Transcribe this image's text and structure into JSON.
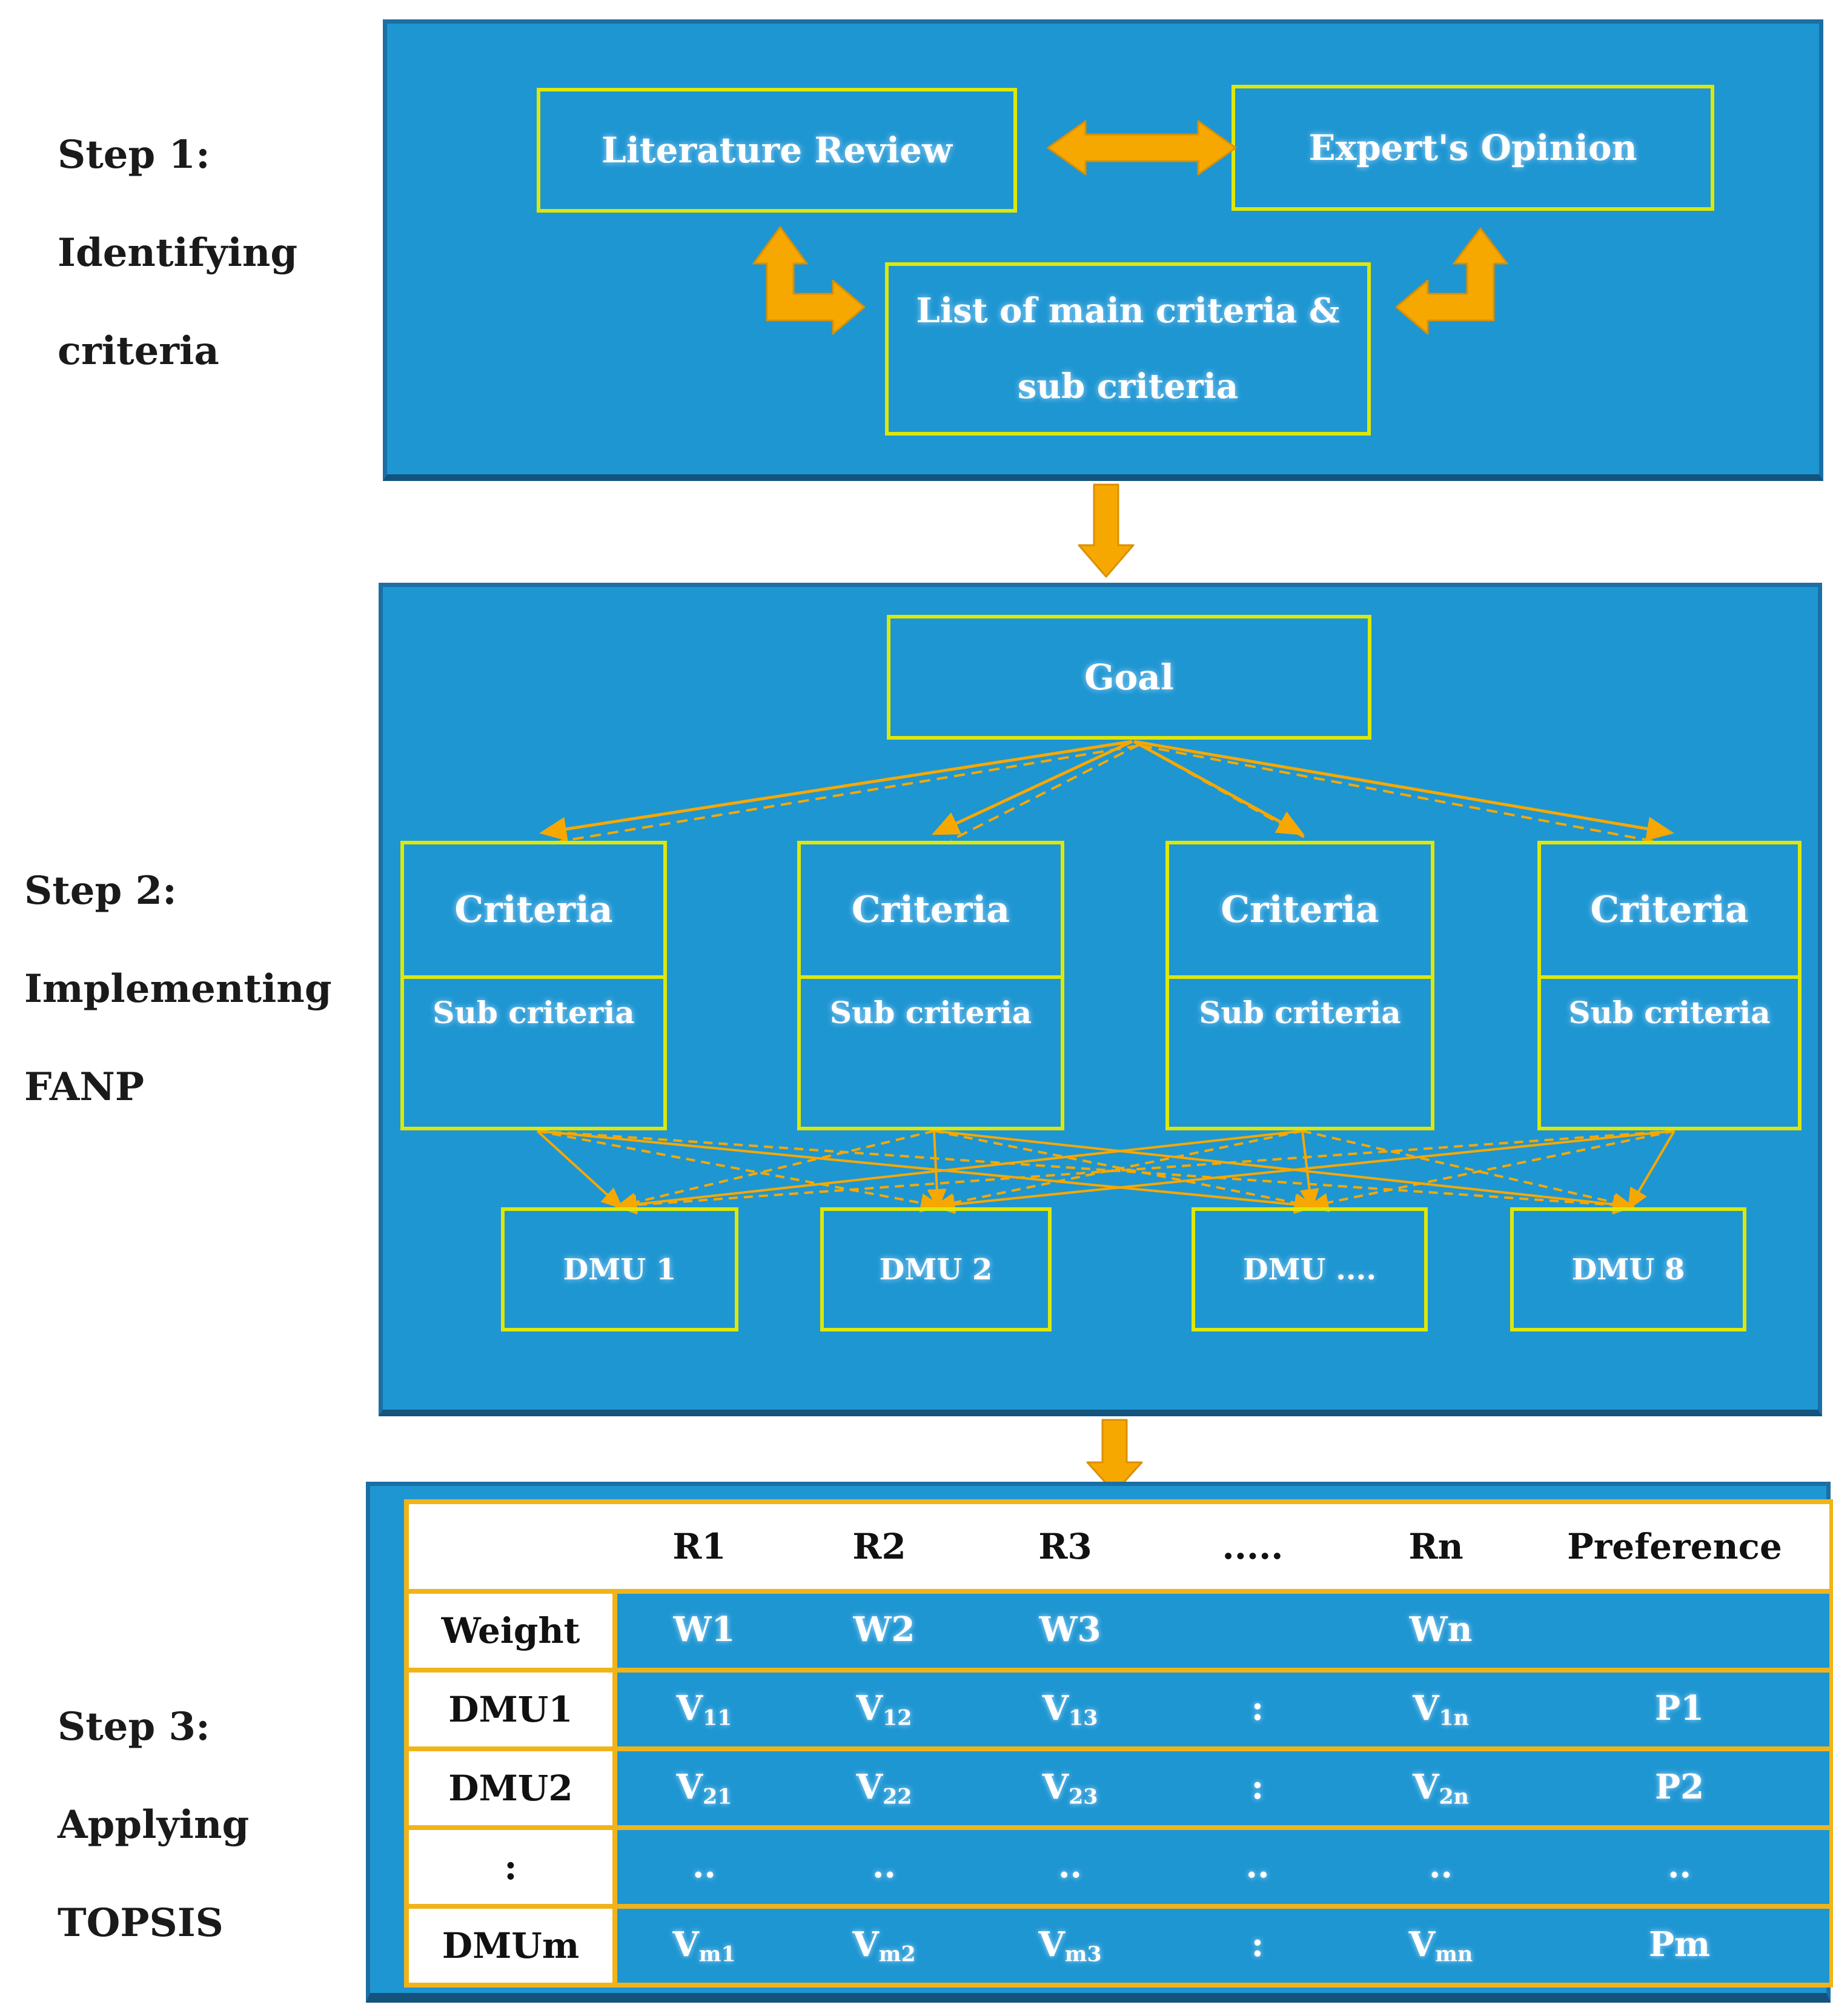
{
  "steps": [
    {
      "lines": [
        "Step 1:",
        "Identifying",
        "criteria"
      ]
    },
    {
      "lines": [
        "Step 2:",
        "Implementing",
        "FANP"
      ]
    },
    {
      "lines": [
        "Step 3:",
        "Applying",
        "TOPSIS"
      ]
    }
  ],
  "panel1": {
    "literature_review": "Literature Review",
    "experts_opinion": "Expert's Opinion",
    "list_box_line1": "List of main criteria &",
    "list_box_line2": "sub criteria"
  },
  "panel2": {
    "goal": "Goal",
    "criteria_label": "Criteria",
    "sub_criteria_label": "Sub criteria",
    "dmus": [
      "DMU 1",
      "DMU 2",
      "DMU ....",
      "DMU 8"
    ]
  },
  "table": {
    "header": [
      "",
      "R1",
      "R2",
      "R3",
      ".....",
      "Rn",
      "Preference"
    ],
    "rows": [
      {
        "header": "Weight",
        "cells": [
          {
            "t": "W1"
          },
          {
            "t": "W2"
          },
          {
            "t": "W3"
          },
          {
            "t": ""
          },
          {
            "t": "Wn"
          },
          {
            "t": ""
          }
        ]
      },
      {
        "header": "DMU1",
        "cells": [
          {
            "t": "V",
            "sub": "11"
          },
          {
            "t": "V",
            "sub": "12"
          },
          {
            "t": "V",
            "sub": "13"
          },
          {
            "t": ":"
          },
          {
            "t": "V",
            "sub": "1n"
          },
          {
            "t": "P1"
          }
        ]
      },
      {
        "header": "DMU2",
        "cells": [
          {
            "t": "V",
            "sub": "21"
          },
          {
            "t": "V",
            "sub": "22"
          },
          {
            "t": "V",
            "sub": "23"
          },
          {
            "t": ":"
          },
          {
            "t": "V",
            "sub": "2n"
          },
          {
            "t": "P2"
          }
        ]
      },
      {
        "header": ":",
        "cells": [
          {
            "t": ".."
          },
          {
            "t": ".."
          },
          {
            "t": ".."
          },
          {
            "t": ".."
          },
          {
            "t": ".."
          },
          {
            "t": ".."
          }
        ]
      },
      {
        "header": "DMUm",
        "cells": [
          {
            "t": "V",
            "sub": "m1"
          },
          {
            "t": "V",
            "sub": "m2"
          },
          {
            "t": "V",
            "sub": "m3"
          },
          {
            "t": ":"
          },
          {
            "t": "V",
            "sub": "mn"
          },
          {
            "t": "Pm"
          }
        ]
      }
    ]
  },
  "colors": {
    "panel_blue": "#1E96D2",
    "panel_border": "#1B6FA4",
    "box_border_chartreuse": "#DDE70A",
    "table_gold": "#F0B41A",
    "arrow_orange": "#F6A800",
    "arrow_outline": "#DB8F00",
    "step_text": "#1A1A1A"
  }
}
